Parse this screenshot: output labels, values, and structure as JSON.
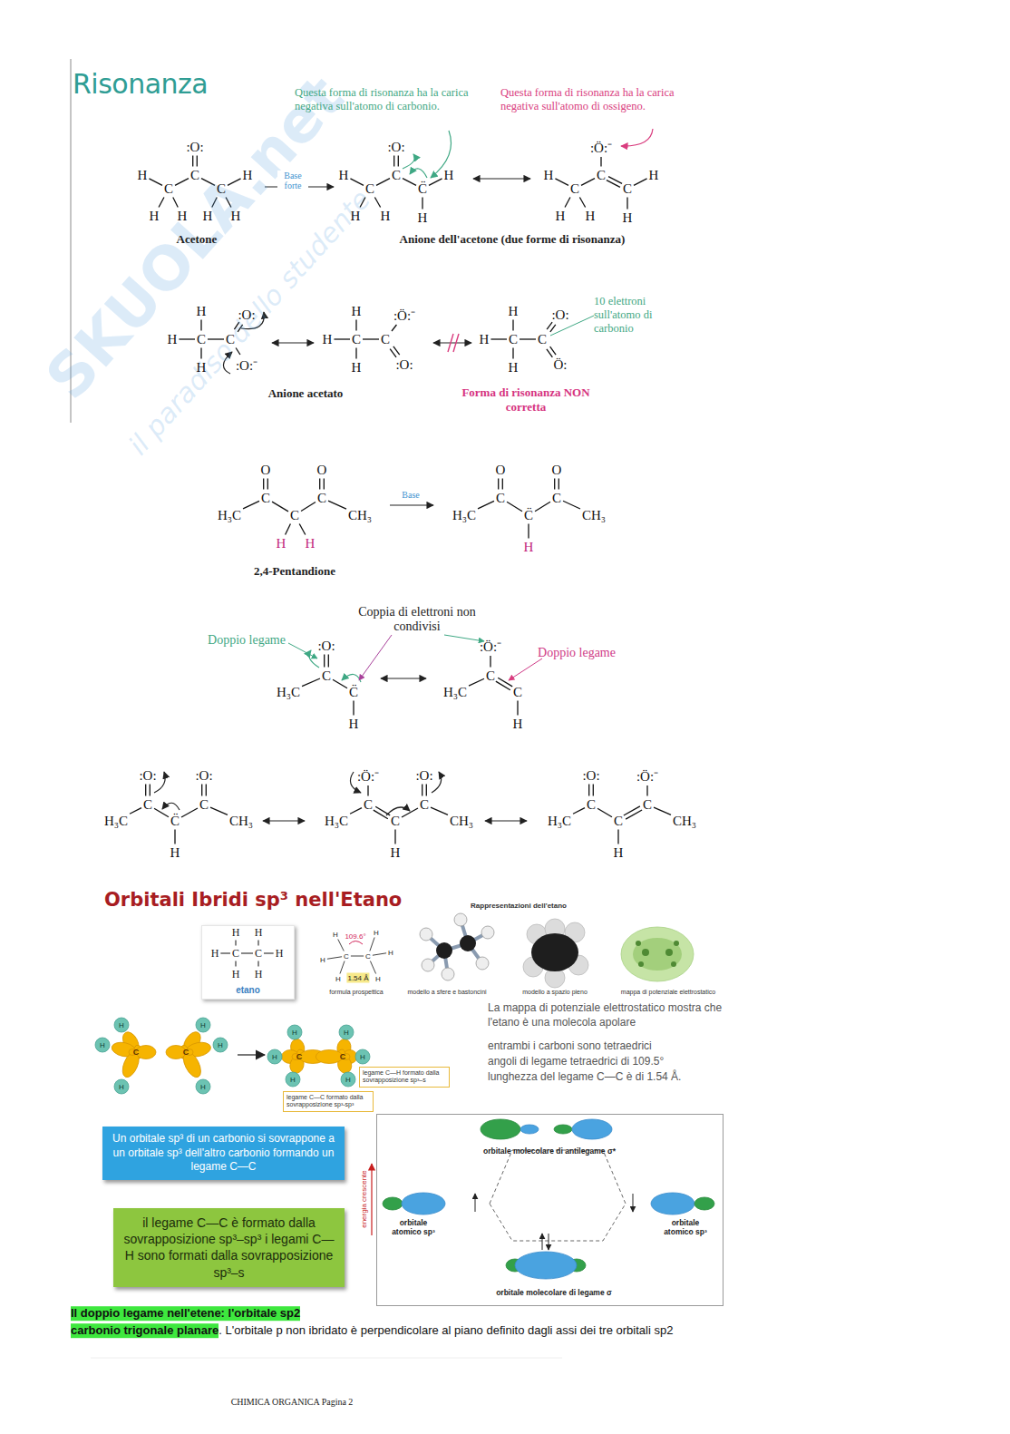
{
  "diagram": {
    "title": "Risonanza",
    "nodes": [
      {
        "text": [
          "etano"
        ]
      },
      {
        "text": [
          "legame C—H formato dalla sovrapposizione sp³–s"
        ]
      },
      {
        "text": [
          "legame C—C formato dalla sovrapposizione sp³-sp³"
        ]
      },
      {
        "text": [
          "Un orbitale sp³ di un carbonio si sovrappone a un orbitale sp³ dell'altro carbonio formando un legame C—C"
        ]
      },
      {
        "text": [
          "il legame C—C è formato dalla sovrapposizione sp³–sp³ i legami C—H sono formati dalla sovrapposizione sp³–s"
        ]
      },
      {
        "text": [
          "orbitale molecolare di antilegame σ*",
          "orbitale atomico sp³",
          "orbitale atomico sp³",
          "orbitale molecolare di legame σ"
        ]
      }
    ],
    "labels": [
      "SKUOLA.net",
      "il paradiso dello studente",
      ":O:",
      "H",
      "C",
      "C",
      "C",
      "H",
      "H",
      "H",
      "H",
      "H",
      ":O:",
      "H",
      "C",
      "C",
      "C̈",
      "H",
      "H",
      "H",
      "H",
      ":Ö:⁻",
      "H",
      "C",
      "C",
      "C",
      "H",
      "H",
      "H",
      "H",
      "Acetone",
      "Anione dell'acetone (due forme di risonanza)",
      "Base forte",
      "Questa forma di risonanza ha la carica negativa sull'atomo di carbonio.",
      "Questa forma di risonanza ha la carica negativa sull'atomo di ossigeno.",
      "H",
      "H",
      "C",
      "C",
      ":O:",
      "H",
      ":O:⁻",
      "H",
      "H",
      "C",
      "C",
      ":Ö:⁻",
      "H",
      ":O:",
      "H",
      "H",
      "C",
      "C",
      ":O:",
      "H",
      "Ö:",
      "Anione acetato",
      "Forma di risonanza NON corretta",
      "10 elettroni sull'atomo di carbonio",
      "O",
      "O",
      "H₃C",
      "C",
      "C",
      "C",
      "CH₃",
      "H",
      "H",
      "2,4-Pentandione",
      "Base",
      "O",
      "O",
      "H₃C",
      "C",
      "C̈",
      "C",
      "CH₃",
      "H",
      "Coppia di elettroni non condivisi",
      "Doppio legame",
      "Doppio legame",
      ":O:",
      "H₃C",
      "C",
      "C̈",
      "H",
      ":Ö:⁻",
      "H₃C",
      "C",
      "C",
      "H",
      "H₃C",
      "C",
      ":O:",
      "C̈",
      "H",
      "C",
      ":O:",
      "CH₃",
      "H₃C",
      "C",
      ":Ö:⁻",
      "C",
      "H",
      "C",
      ":O:",
      "CH₃",
      "H₃C",
      "C",
      ":O:",
      "C",
      "H",
      "C",
      ":Ö:⁻",
      "CH₃",
      "Orbitali Ibridi sp³ nell'Etano",
      "Rappresentazioni dell'etano",
      "H",
      "H",
      "H",
      "C",
      "C",
      "H",
      "H",
      "H",
      "109.6°",
      "1.54 Å",
      "H",
      "H",
      "H",
      "H",
      "H",
      "H",
      "C",
      "C",
      "formula prospettica",
      "modello a sfere e bastoncini",
      "modello a spazio pieno",
      "mappa di potenziale elettrostatico",
      "La mappa di potenziale elettrostatico mostra che l'etano è una molecola apolare",
      "entrambi i carboni sono tetraedrici",
      "angoli di legame tetraedrici di 109.5°",
      "lunghezza del legame C—C è di 1.54 Å.",
      "H",
      "H",
      "H",
      "H",
      "H",
      "H",
      "H",
      "H",
      "H",
      "H",
      "H",
      "H",
      "C",
      "C",
      "C",
      "C",
      "energia crescente",
      "Il doppio legame nell'etene: l'orbitale sp2",
      "carbonio trigonale planare",
      ". L'orbitale p non ibridato è perpendicolare al piano definito dagli assi dei tre orbitali sp2",
      "CHIMICA ORGANICA Pagina 2"
    ]
  }
}
